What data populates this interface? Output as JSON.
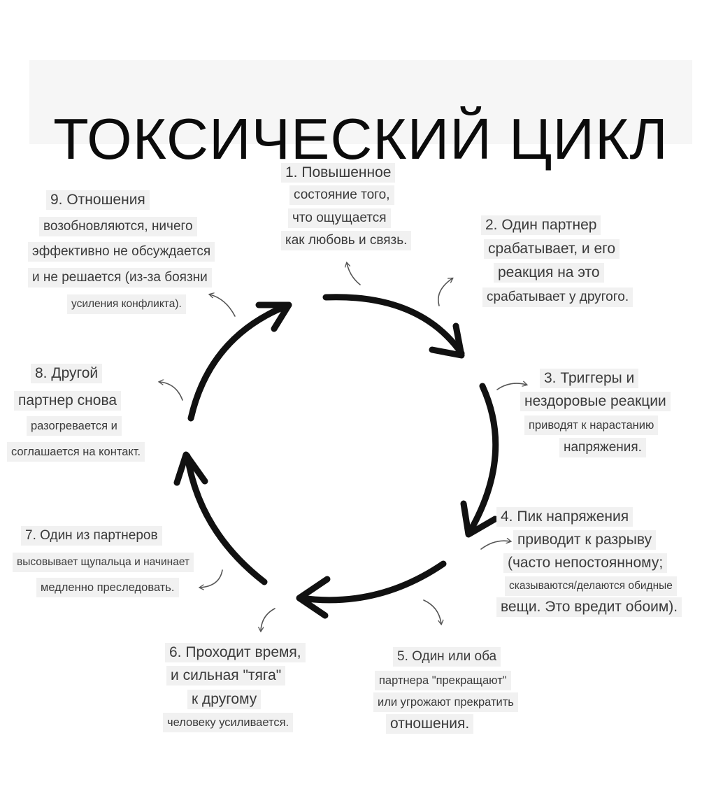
{
  "title": "ТОКСИЧЕСКИЙ ЦИКЛ",
  "steps": [
    {
      "lines": [
        "1. Повышенное",
        "состояние того,",
        "что ощущается",
        "как любовь и связь."
      ]
    },
    {
      "lines": [
        "2. Один партнер",
        "срабатывает, и его",
        "реакция на это",
        "срабатывает у другого."
      ]
    },
    {
      "lines": [
        "3. Триггеры и",
        "нездоровые реакции",
        "приводят к нарастанию",
        "напряжения."
      ]
    },
    {
      "lines": [
        "4. Пик напряжения",
        "приводит к разрыву",
        "(часто непостоянному;",
        "сказываются/делаются обидные",
        "вещи. Это вредит обоим)."
      ]
    },
    {
      "lines": [
        "5. Один или оба",
        "партнера \"прекращают\"",
        "или угрожают прекратить",
        "отношения."
      ]
    },
    {
      "lines": [
        "6. Проходит время,",
        "и сильная \"тяга\"",
        "к другому",
        "человеку усиливается."
      ]
    },
    {
      "lines": [
        "7. Один из партнеров",
        "высовывает щупальца и начинает",
        "медленно преследовать."
      ]
    },
    {
      "lines": [
        "8. Другой",
        "партнер снова",
        "разогревается и",
        "соглашается на контакт."
      ]
    },
    {
      "lines": [
        "9. Отношения",
        "возобновляются, ничего",
        "эффективно не обсуждается",
        "и не решается (из-за боязни",
        "усиления конфликта)."
      ]
    }
  ],
  "colors": {
    "ink": "#111111",
    "text": "#3a3a3a",
    "label_bg": "#f1f1f1",
    "small_arrow": "#555555"
  }
}
